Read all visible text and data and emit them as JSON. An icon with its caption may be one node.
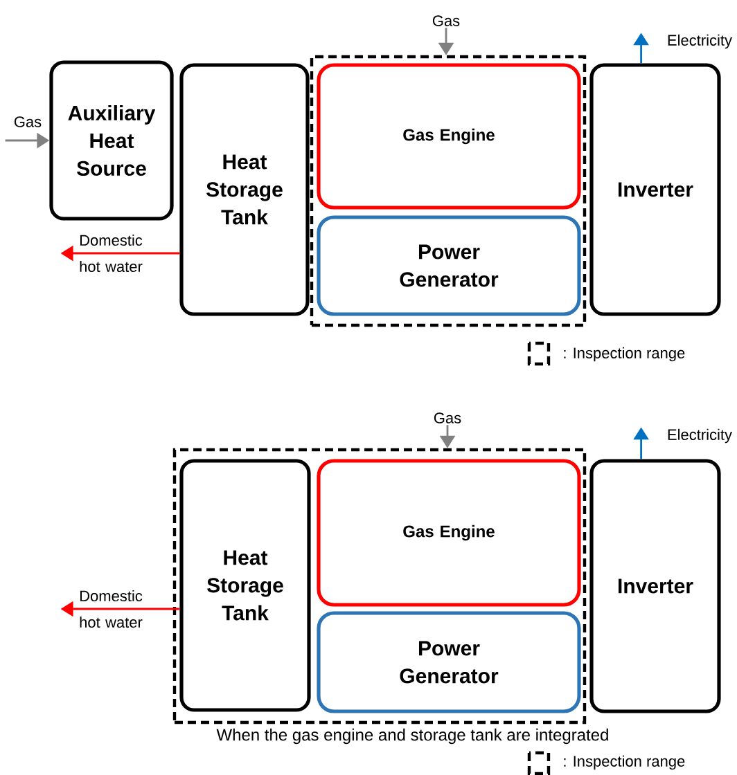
{
  "diagram": {
    "nodes": [
      {
        "text": [
          "Gas"
        ]
      },
      {
        "text": [
          "Electricity"
        ]
      },
      {
        "text": [
          "Gas"
        ]
      },
      {
        "text": [
          "Auxiliary Heat Source"
        ]
      },
      {
        "text": [
          "Heat Storage Tank"
        ]
      },
      {
        "text": [],
        "shape": "box"
      },
      {
        "text": [
          "Gas Engine"
        ],
        "in": 5
      },
      {
        "text": [
          "Power Generator"
        ],
        "in": 5
      },
      {
        "text": [
          "Inverter"
        ]
      },
      {
        "text": [
          "Domestic hot water"
        ]
      },
      {
        "text": [
          "Gas"
        ]
      },
      {
        "text": [
          "Electricity"
        ]
      },
      {
        "text": [],
        "shape": "box"
      },
      {
        "text": [
          "Heat Storage Tank"
        ],
        "in": 12
      },
      {
        "text": [
          "Gas Engine"
        ],
        "in": 12
      },
      {
        "text": [
          "Power Generator"
        ],
        "in": 12
      },
      {
        "text": [
          "Inverter"
        ]
      },
      {
        "text": [
          "Domestic hot water"
        ]
      }
    ],
    "edges": [
      {
        "from": 0,
        "to": 5,
        "arrow": "to",
        "color": "#808080"
      },
      {
        "from": 8,
        "to": 1,
        "arrow": "to",
        "color": "#0070c0"
      },
      {
        "from": 2,
        "to": 3,
        "arrow": "to",
        "color": "#808080"
      },
      {
        "from": 4,
        "to": 9,
        "arrow": "to",
        "color": "#ff0000"
      },
      {
        "from": 10,
        "to": 12,
        "arrow": "to",
        "color": "#808080"
      },
      {
        "from": 16,
        "to": 11,
        "arrow": "to",
        "color": "#0070c0"
      },
      {
        "from": 13,
        "to": 17,
        "arrow": "to",
        "color": "#ff0000"
      }
    ],
    "labels": [
      "When the gas engine and storage tank are integrated"
    ],
    "legend": [
      {
        "text": ": Inspection range"
      },
      {
        "text": ": Inspection range"
      }
    ]
  }
}
